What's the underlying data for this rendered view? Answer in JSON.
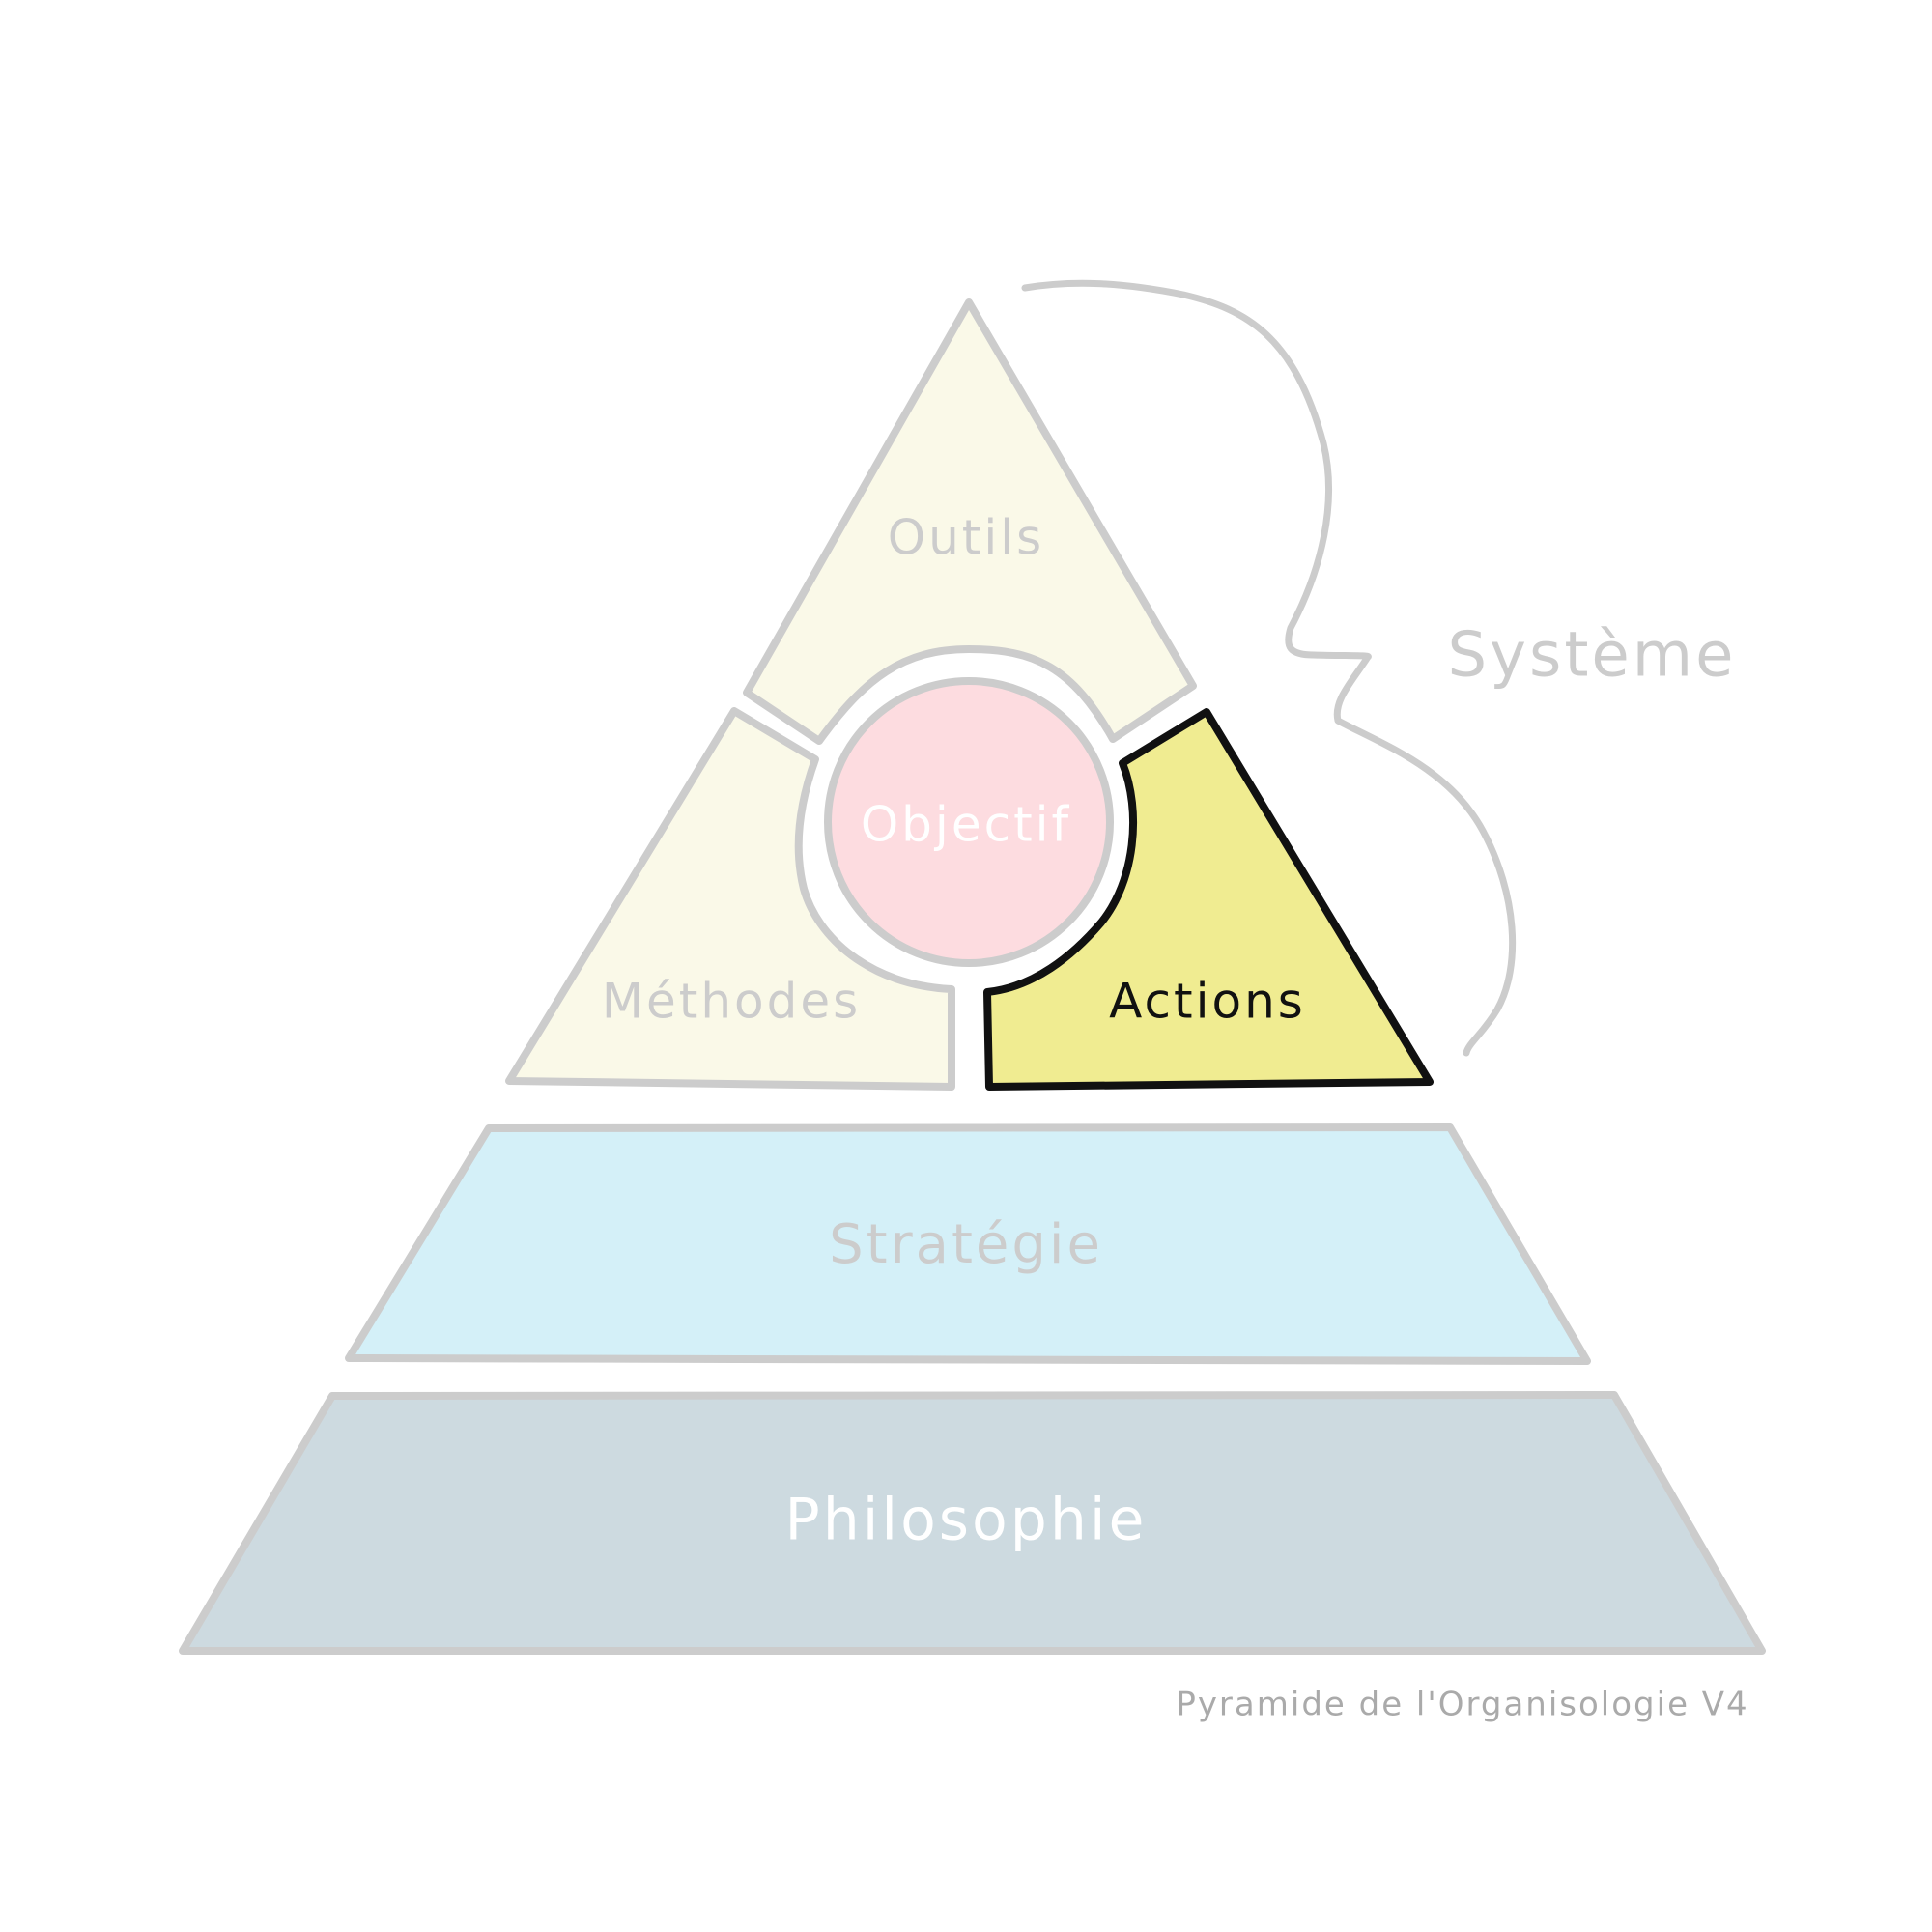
{
  "diagram": {
    "title": "Pyramide de l'Organisologie V4",
    "bracket_label": "Système",
    "top_triangle": {
      "segments": [
        {
          "id": "outils",
          "label": "Outils",
          "fill": "#FAF9E8",
          "stroke": "#CCCCCC",
          "text_color": "#CCCCCC"
        },
        {
          "id": "methodes",
          "label": "Méthodes",
          "fill": "#FAF9E8",
          "stroke": "#CCCCCC",
          "text_color": "#CCCCCC"
        },
        {
          "id": "actions",
          "label": "Actions",
          "fill": "#F0EC91",
          "stroke": "#111111",
          "text_color": "#111111",
          "highlighted": true
        }
      ],
      "center": {
        "id": "objectif",
        "label": "Objectif",
        "fill": "#FDDCE0",
        "stroke": "#CCCCCC",
        "text_color": "#FFFFFF"
      }
    },
    "layers": [
      {
        "id": "strategie",
        "label": "Stratégie",
        "fill": "#D4F0F8",
        "stroke": "#CCCCCC",
        "text_color": "#CCCCCC"
      },
      {
        "id": "philosophie",
        "label": "Philosophie",
        "fill": "#CDDAE0",
        "stroke": "#CCCCCC",
        "text_color": "#FFFFFF"
      }
    ],
    "caption": "Pyramide de l'Organisologie V4",
    "caption_color": "#AAAAAA",
    "bracket_color": "#CCCCCC"
  }
}
